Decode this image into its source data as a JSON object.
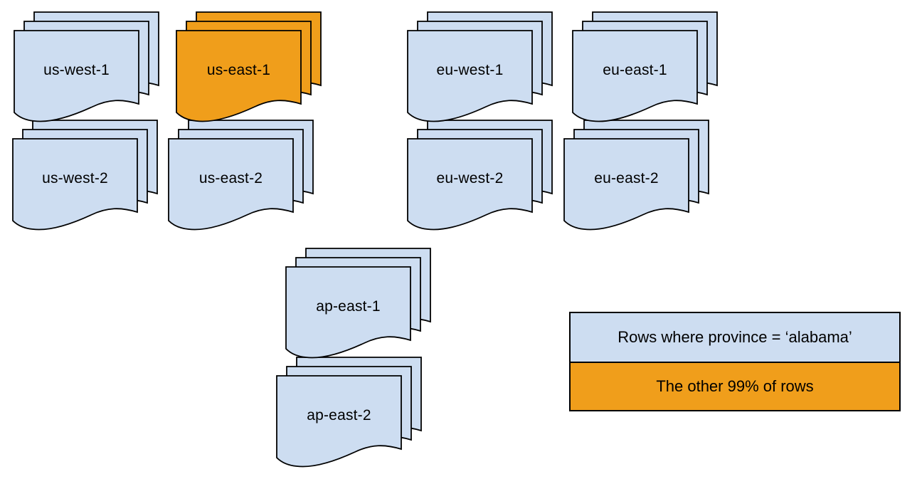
{
  "colors": {
    "region_fill": "#cdddf1",
    "highlight_fill": "#f09e1b",
    "stroke": "#000000",
    "text": "#000000"
  },
  "regions": [
    {
      "id": "us-west-1",
      "label": "us-west-1",
      "highlighted": false
    },
    {
      "id": "us-east-1",
      "label": "us-east-1",
      "highlighted": true
    },
    {
      "id": "eu-west-1",
      "label": "eu-west-1",
      "highlighted": false
    },
    {
      "id": "eu-east-1",
      "label": "eu-east-1",
      "highlighted": false
    },
    {
      "id": "us-west-2",
      "label": "us-west-2",
      "highlighted": false
    },
    {
      "id": "us-east-2",
      "label": "us-east-2",
      "highlighted": false
    },
    {
      "id": "eu-west-2",
      "label": "eu-west-2",
      "highlighted": false
    },
    {
      "id": "eu-east-2",
      "label": "eu-east-2",
      "highlighted": false
    },
    {
      "id": "ap-east-1",
      "label": "ap-east-1",
      "highlighted": false
    },
    {
      "id": "ap-east-2",
      "label": "ap-east-2",
      "highlighted": false
    }
  ],
  "legend": {
    "items": [
      {
        "label": "Rows where province = ‘alabama’",
        "swatch": "blue"
      },
      {
        "label": "The other 99% of rows",
        "swatch": "orange"
      }
    ]
  }
}
